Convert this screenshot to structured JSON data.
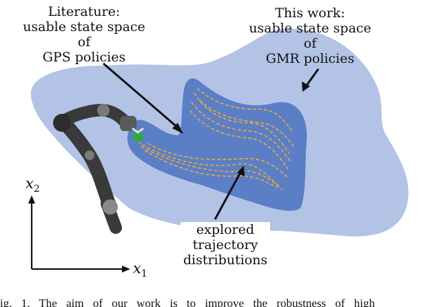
{
  "labels": {
    "literature_line1": "Literature:",
    "literature_line2": "usable state space of",
    "literature_line3": "GPS policies",
    "this_work_line1": "This work:",
    "this_work_line2": "usable state space of",
    "this_work_line3": "GMR policies",
    "explored_line1": "explored",
    "explored_line2": "trajectory",
    "explored_line3": "distributions"
  },
  "axes": {
    "x_symbol": "x",
    "x_index": "1",
    "y_symbol": "x",
    "y_index": "2"
  },
  "caption": {
    "text": "ig. 1.   The aim of our work is to improve the robustness of high"
  },
  "colors": {
    "outer_region": "#b3c3e6",
    "inner_region": "#5a7fc6",
    "trajectory": "#f2a93a",
    "robot_arm": "#3a3a3a",
    "gripper_ball": "#2fa84a"
  }
}
